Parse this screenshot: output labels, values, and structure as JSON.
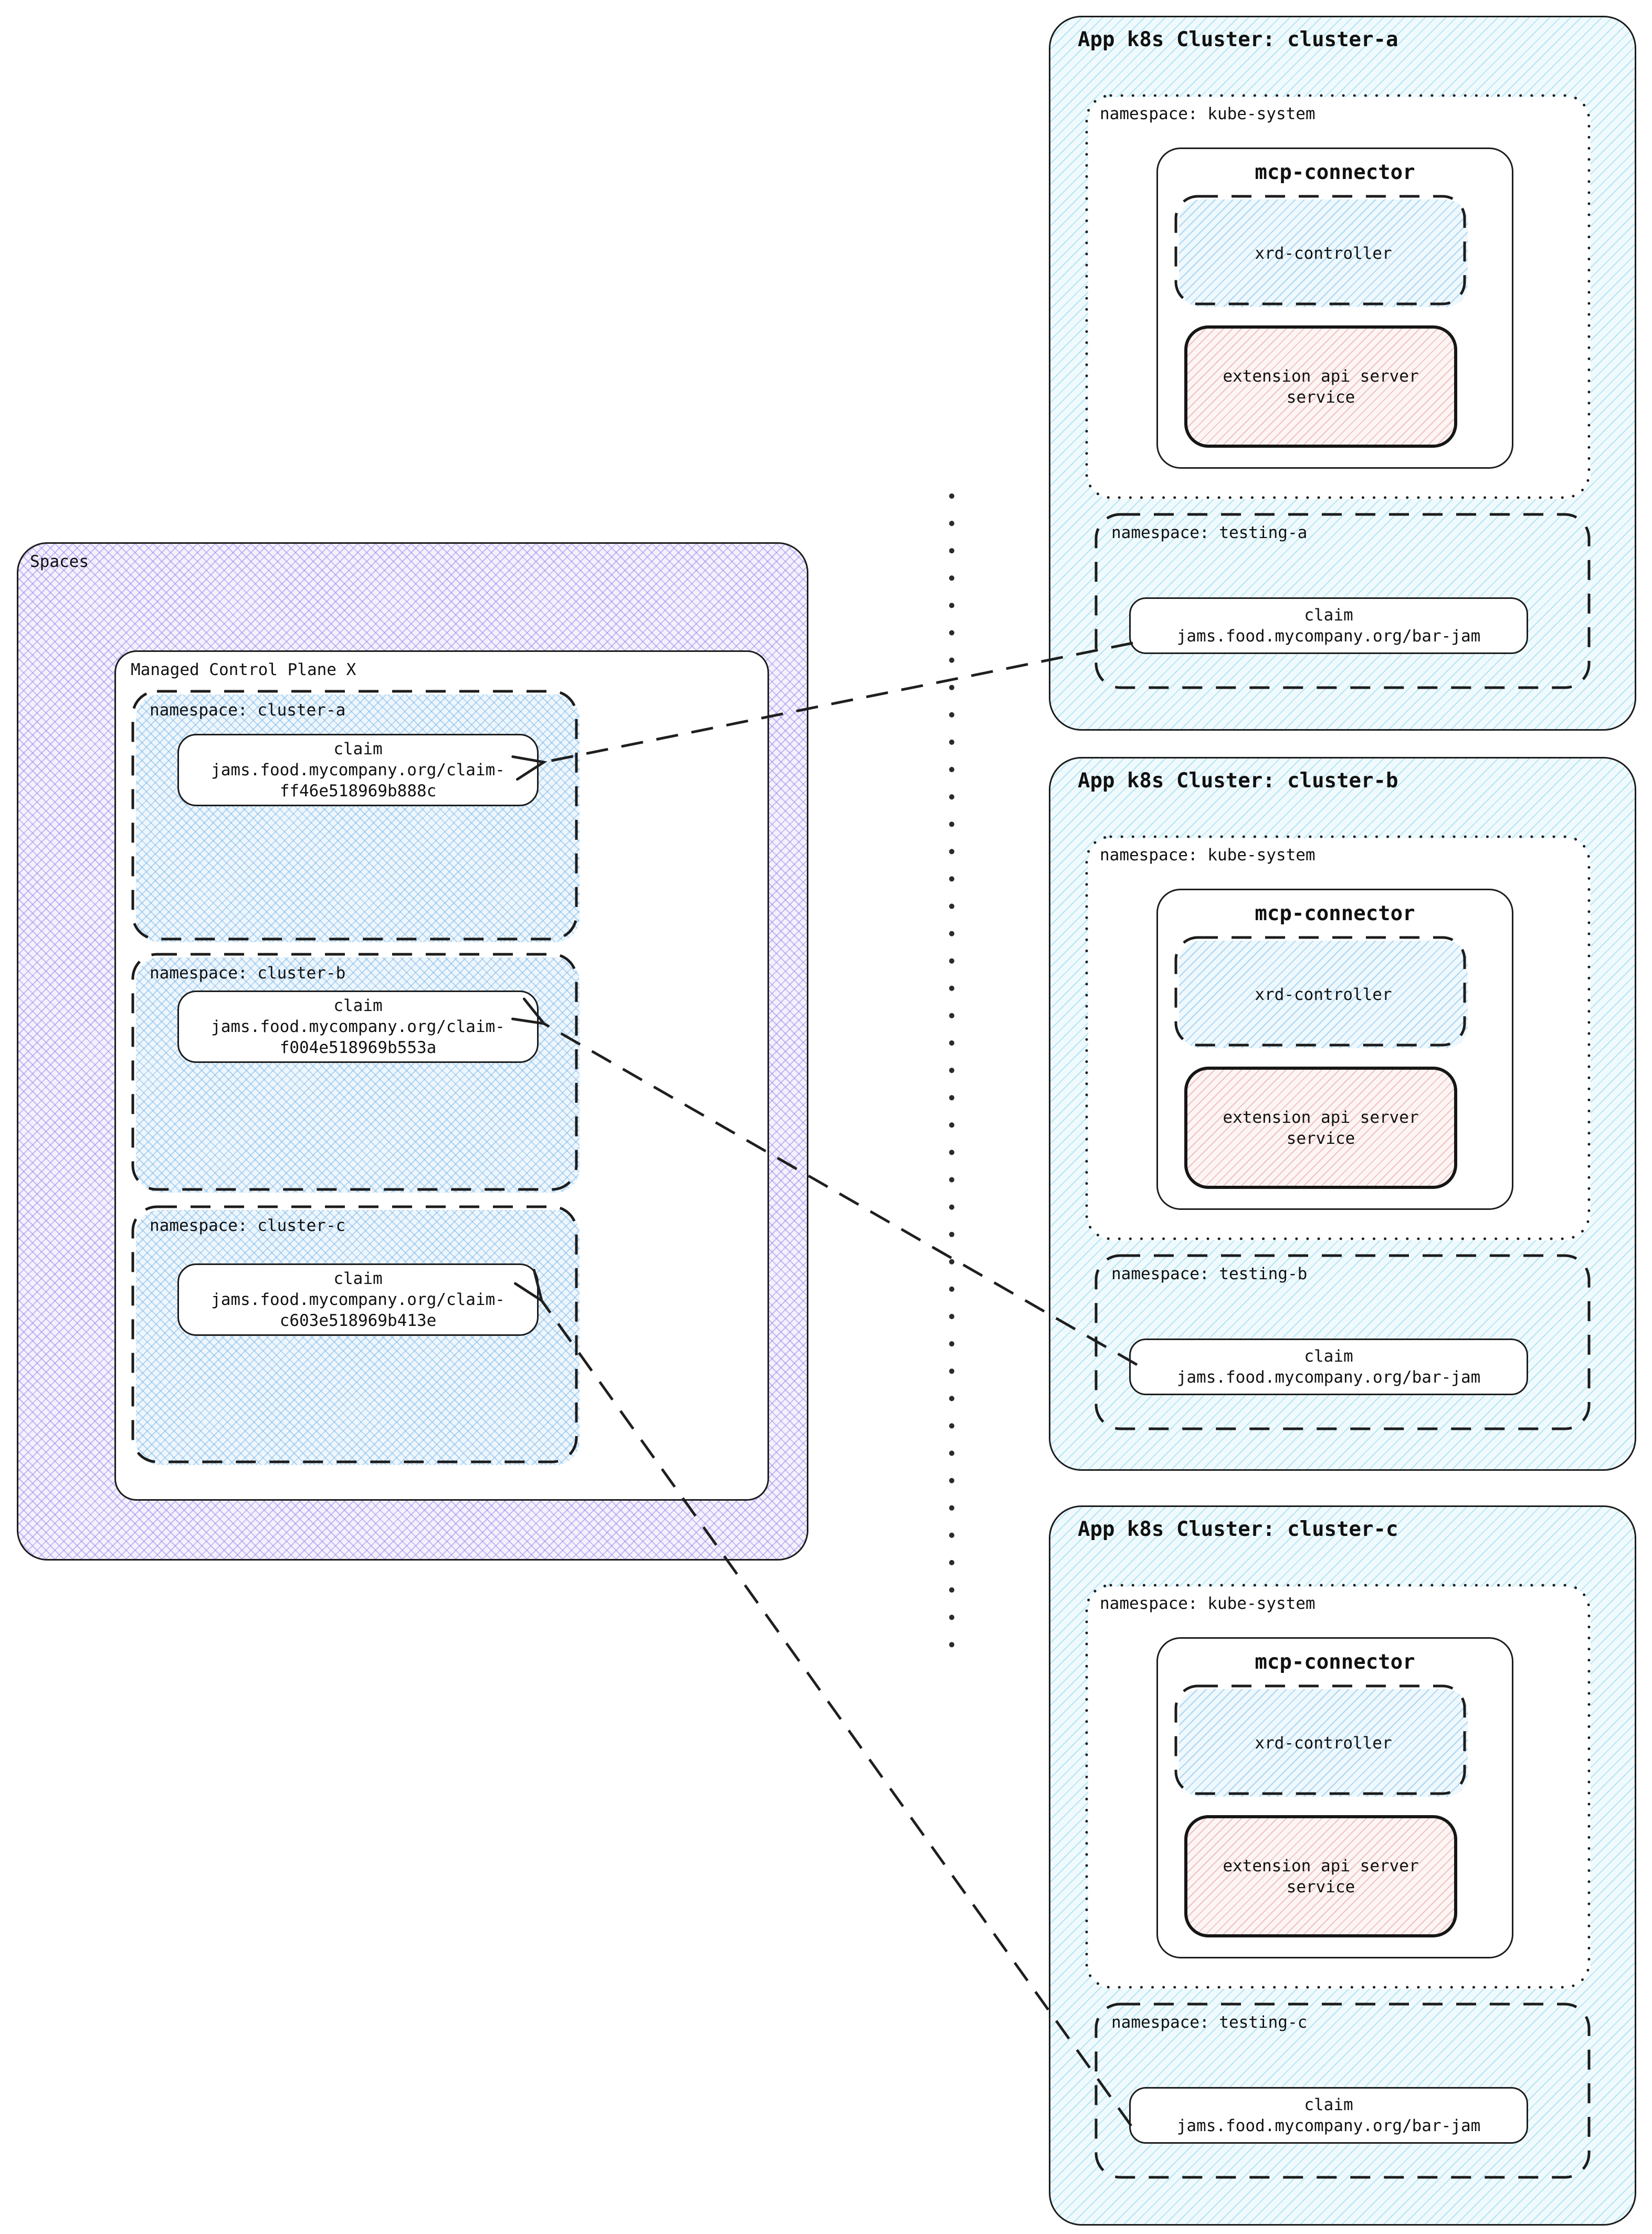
{
  "colors": {
    "background": "#ffffff",
    "border": "#1c1c1c",
    "spaces_hatch": "#9680e9",
    "namespace_hatch": "#5fa8e0",
    "cluster_hatch": "#55c3e4",
    "xrd_hatch": "#5aaee6",
    "extension_service_hatch": "#e08282"
  },
  "spaces": {
    "label": "Spaces",
    "mcp": {
      "label": "Managed Control Plane X",
      "namespaces": [
        {
          "label": "namespace: cluster-a",
          "claim": {
            "lines": [
              "claim",
              "jams.food.mycompany.org/claim-",
              "ff46e518969b888c"
            ]
          }
        },
        {
          "label": "namespace: cluster-b",
          "claim": {
            "lines": [
              "claim",
              "jams.food.mycompany.org/claim-",
              "f004e518969b553a"
            ]
          }
        },
        {
          "label": "namespace: cluster-c",
          "claim": {
            "lines": [
              "claim",
              "jams.food.mycompany.org/claim-",
              "c603e518969b413e"
            ]
          }
        }
      ]
    }
  },
  "clusters": [
    {
      "title": "App k8s Cluster: cluster-a",
      "kube_system": {
        "label": "namespace: kube-system",
        "mcp_connector": {
          "label": "mcp-connector",
          "xrd_controller": {
            "label": "xrd-controller"
          },
          "extension_api_service": {
            "lines": [
              "extension api server",
              "service"
            ]
          }
        }
      },
      "testing": {
        "label": "namespace: testing-a",
        "claim": {
          "lines": [
            "claim",
            "jams.food.mycompany.org/bar-jam"
          ]
        }
      }
    },
    {
      "title": "App k8s Cluster: cluster-b",
      "kube_system": {
        "label": "namespace: kube-system",
        "mcp_connector": {
          "label": "mcp-connector",
          "xrd_controller": {
            "label": "xrd-controller"
          },
          "extension_api_service": {
            "lines": [
              "extension api server",
              "service"
            ]
          }
        }
      },
      "testing": {
        "label": "namespace: testing-b",
        "claim": {
          "lines": [
            "claim",
            "jams.food.mycompany.org/bar-jam"
          ]
        }
      }
    },
    {
      "title": "App k8s Cluster: cluster-c",
      "kube_system": {
        "label": "namespace: kube-system",
        "mcp_connector": {
          "label": "mcp-connector",
          "xrd_controller": {
            "label": "xrd-controller"
          },
          "extension_api_service": {
            "lines": [
              "extension api server",
              "service"
            ]
          }
        }
      },
      "testing": {
        "label": "namespace: testing-c",
        "claim": {
          "lines": [
            "claim",
            "jams.food.mycompany.org/bar-jam"
          ]
        }
      }
    }
  ]
}
